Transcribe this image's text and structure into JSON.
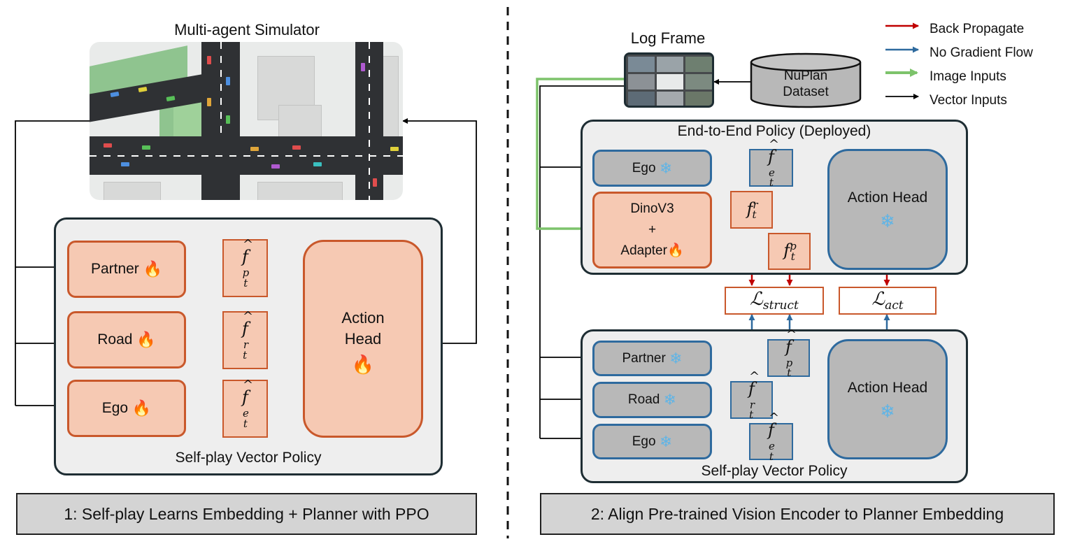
{
  "left": {
    "simulator_title": "Multi-agent Simulator",
    "policy_title": "Self-play Vector Policy",
    "encoders": [
      {
        "label": "Partner",
        "icon": "fire-icon",
        "feature_sup": "p"
      },
      {
        "label": "Road",
        "icon": "fire-icon",
        "feature_sup": "r"
      },
      {
        "label": "Ego",
        "icon": "fire-icon",
        "feature_sup": "e"
      }
    ],
    "action_head": {
      "line1": "Action",
      "line2": "Head",
      "icon": "fire-icon"
    },
    "footer": "1: Self-play Learns Embedding + Planner with PPO"
  },
  "right": {
    "log_frame_title": "Log Frame",
    "dataset": {
      "line1": "NuPlan",
      "line2": "Dataset"
    },
    "legend": [
      {
        "label": "Back Propagate",
        "color": "#c00000"
      },
      {
        "label": "No Gradient Flow",
        "color": "#2e6a9e"
      },
      {
        "label": "Image Inputs",
        "color": "#7dc36b"
      },
      {
        "label": "Vector Inputs",
        "color": "#000000"
      }
    ],
    "deployed_title": "End-to-End Policy (Deployed)",
    "deployed": {
      "ego_label": "Ego",
      "ego_feature_sup": "e",
      "vision_line1": "DinoV3",
      "vision_line2": "+",
      "vision_line3": "Adapter",
      "feature_r_sup": "r",
      "feature_p_sup": "p",
      "action_head": "Action Head"
    },
    "losses": {
      "struct": "struct",
      "act": "act"
    },
    "selfplay_title": "Self-play Vector Policy",
    "selfplay": {
      "encoders": [
        {
          "label": "Partner",
          "feature_sup": "p"
        },
        {
          "label": "Road",
          "feature_sup": "r"
        },
        {
          "label": "Ego",
          "feature_sup": "e"
        }
      ],
      "action_head": "Action Head"
    },
    "footer": "2: Align Pre-trained Vision Encoder to Planner Embedding"
  },
  "symbols": {
    "feature": "f",
    "sub": "t",
    "loss": "ℒ"
  },
  "colors": {
    "orange_fill": "#f6c9b3",
    "orange_border": "#c9582b",
    "gray_fill": "#b8b8b8",
    "blue": "#2e6a9e",
    "red": "#c00000",
    "green": "#7dc36b"
  }
}
